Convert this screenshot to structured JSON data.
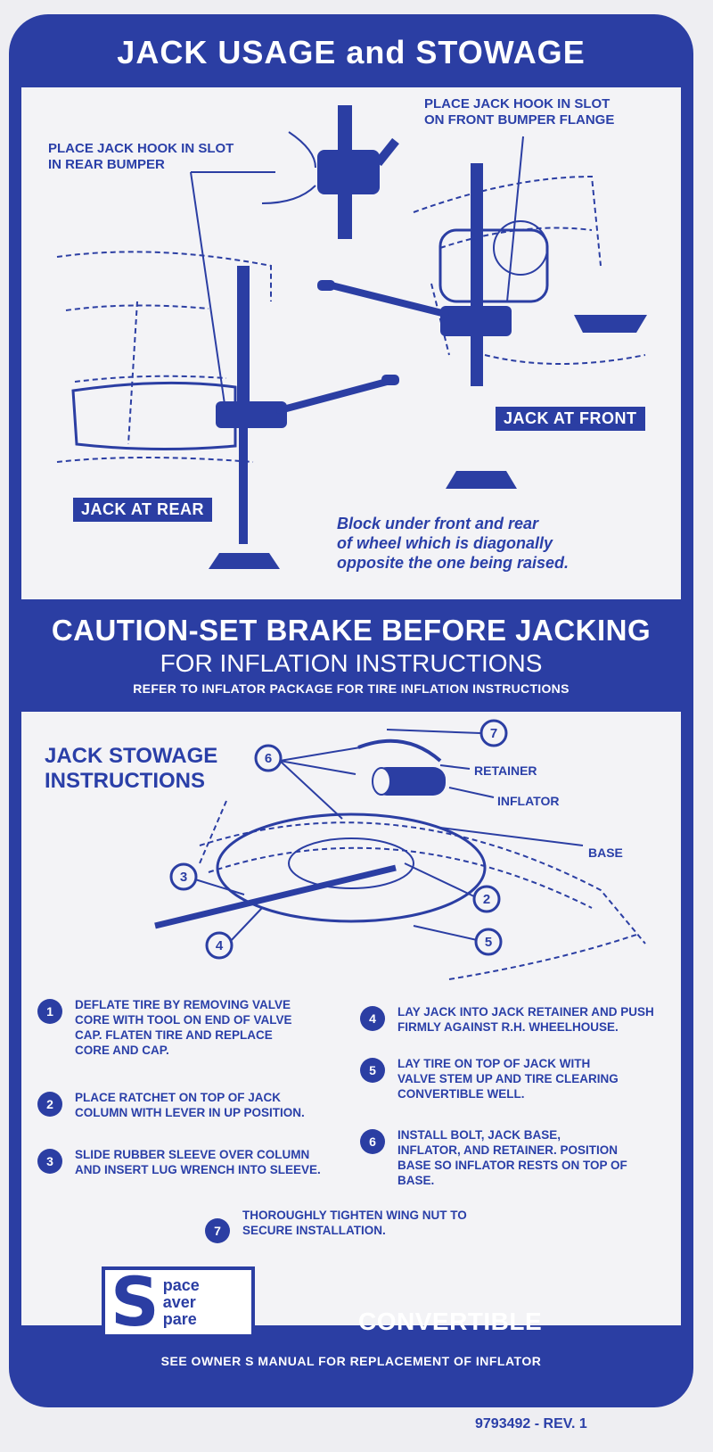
{
  "header": {
    "title": "JACK USAGE and STOWAGE"
  },
  "top_panel": {
    "rear_hook_note": [
      "PLACE JACK HOOK IN SLOT",
      "IN REAR BUMPER"
    ],
    "front_hook_note": [
      "PLACE JACK HOOK IN SLOT",
      "ON FRONT BUMPER FLANGE"
    ],
    "jack_at_rear": "JACK AT REAR",
    "jack_at_front": "JACK AT FRONT",
    "block_note": [
      "Block under front and rear",
      "of wheel which is diagonally",
      "opposite the one being raised."
    ]
  },
  "caution": {
    "line1": "CAUTION-SET BRAKE BEFORE JACKING",
    "line2": "FOR INFLATION INSTRUCTIONS",
    "line3": "REFER TO INFLATOR PACKAGE FOR TIRE INFLATION INSTRUCTIONS"
  },
  "stowage": {
    "title": [
      "JACK STOWAGE",
      "INSTRUCTIONS"
    ],
    "callouts": {
      "retainer": "RETAINER",
      "inflator": "INFLATOR",
      "base": "BASE"
    },
    "diagram_numbers": [
      "7",
      "6",
      "3",
      "2",
      "4",
      "5"
    ],
    "steps": [
      {
        "num": "1",
        "text": [
          "DEFLATE TIRE BY REMOVING VALVE",
          "CORE WITH TOOL ON END OF VALVE",
          "CAP. FLATEN TIRE AND REPLACE",
          "CORE AND CAP."
        ]
      },
      {
        "num": "2",
        "text": [
          "PLACE RATCHET ON TOP OF JACK",
          "COLUMN WITH LEVER IN UP POSITION."
        ]
      },
      {
        "num": "3",
        "text": [
          "SLIDE RUBBER SLEEVE OVER COLUMN",
          "AND INSERT LUG WRENCH INTO SLEEVE."
        ]
      },
      {
        "num": "4",
        "text": [
          "LAY JACK INTO JACK RETAINER AND PUSH",
          "FIRMLY AGAINST R.H. WHEELHOUSE."
        ]
      },
      {
        "num": "5",
        "text": [
          "LAY TIRE ON TOP OF JACK WITH",
          "VALVE STEM UP AND TIRE CLEARING",
          "CONVERTIBLE WELL."
        ]
      },
      {
        "num": "6",
        "text": [
          "INSTALL BOLT, JACK BASE,",
          "INFLATOR, AND RETAINER. POSITION",
          "BASE SO INFLATOR RESTS ON TOP OF",
          "BASE."
        ]
      },
      {
        "num": "7",
        "text": [
          "THOROUGHLY TIGHTEN WING NUT TO",
          "SECURE INSTALLATION."
        ]
      }
    ]
  },
  "footer": {
    "logo": {
      "letter": "S",
      "words": [
        "pace",
        "aver",
        "pare"
      ]
    },
    "model": "CONVERTIBLE",
    "inflator_note": "SEE OWNER S MANUAL FOR REPLACEMENT OF INFLATOR",
    "part_number": "9793492 - REV. 1"
  },
  "colors": {
    "brand_blue": "#2b3ea3",
    "panel": "#f3f3f6",
    "paper": "#eeeef2"
  }
}
